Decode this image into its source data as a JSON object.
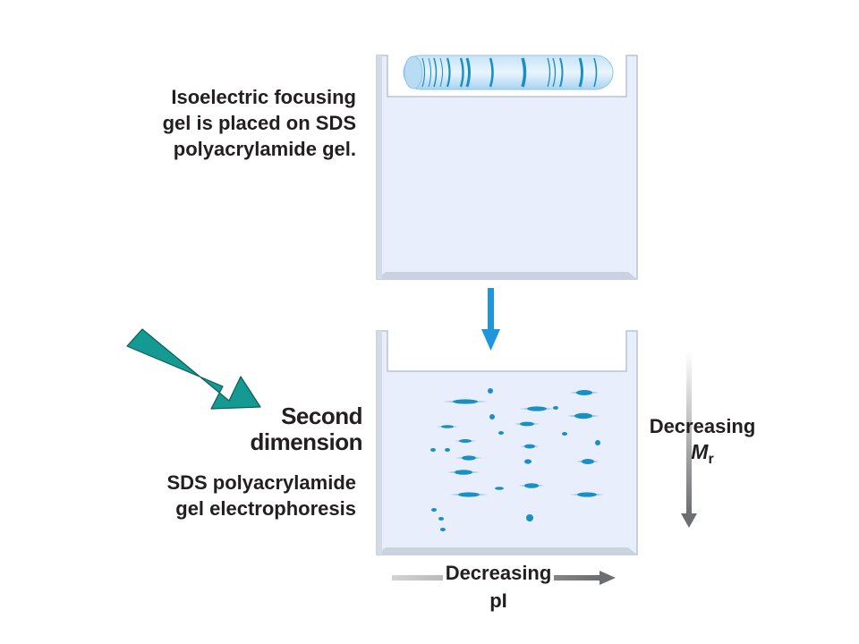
{
  "labels": {
    "ief_caption": [
      "Isoelectric focusing",
      "gel is placed on SDS",
      "polyacrylamide gel."
    ],
    "second_dimension": [
      "Second",
      "dimension"
    ],
    "method_caption": [
      "SDS polyacrylamide",
      "gel electrophoresis"
    ],
    "mr_axis": {
      "word": "Decreasing",
      "symbol": "M",
      "subscript": "r"
    },
    "pi_axis": {
      "word": "Decreasing",
      "symbol": "pI"
    }
  },
  "colors": {
    "gel_fill": "#e8eefb",
    "gel_edge": "#b9c4d2",
    "protein_spot": "#1a8fc4",
    "flow_arrow": "#1e96dc",
    "pointer_arrow": "#149a93",
    "axis_arrow": "#6d6e70",
    "text": "#231f20"
  }
}
